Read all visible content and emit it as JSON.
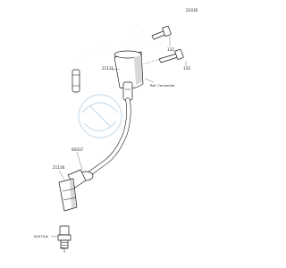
{
  "diagram": {
    "figure_id": "21030",
    "watermark": "watermark-logo",
    "parts": [
      {
        "key": "coil",
        "number": "21121"
      },
      {
        "key": "bolt_upper",
        "number": "132"
      },
      {
        "key": "bolt_lower",
        "number": "132"
      },
      {
        "key": "ref_connector",
        "number": "Ref. Connector"
      },
      {
        "key": "clamp",
        "number": "92037"
      },
      {
        "key": "plug_cap",
        "number": "21130"
      },
      {
        "key": "spark_plug",
        "number": "92070/A"
      }
    ]
  }
}
